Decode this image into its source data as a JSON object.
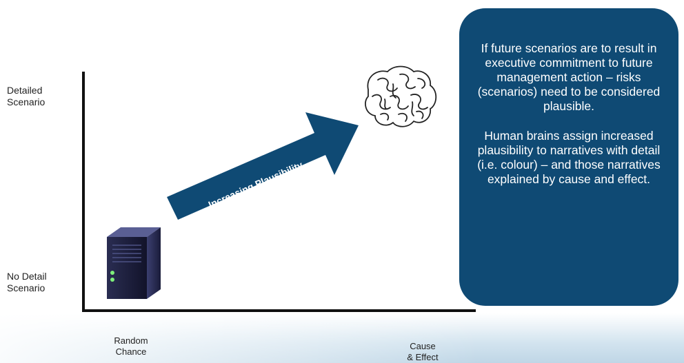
{
  "y_axis": {
    "top_label": [
      "Detailed",
      "Scenario"
    ],
    "bottom_label": [
      "No Detail",
      "Scenario"
    ]
  },
  "x_axis": {
    "left_label": [
      "Random",
      "Chance"
    ],
    "right_label": [
      "Cause",
      "& Effect"
    ]
  },
  "arrow": {
    "label": "Increasing Plausibility",
    "color": "#0f4a74"
  },
  "info_box": {
    "color": "#0f4a74",
    "paragraph_1": "If future scenarios are to result in executive commitment to future management action – risks (scenarios) need to be considered plausible.",
    "paragraph_2": "Human brains assign increased plausibility to narratives with detail (i.e. colour) – and those narratives explained by cause and effect."
  },
  "icons": {
    "bottom_left": "server-icon",
    "top_right": "brain-icon"
  }
}
